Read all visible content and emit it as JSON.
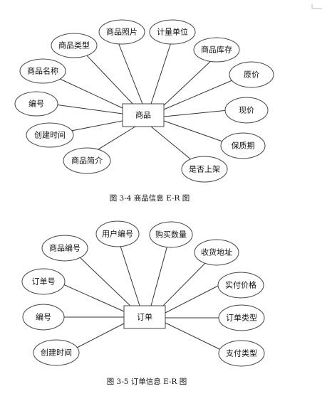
{
  "diagrams": [
    {
      "entity": "商品",
      "attributes": [
        "商品照片",
        "计量单位",
        "商品类型",
        "商品库存",
        "商品名称",
        "原价",
        "编号",
        "现价",
        "创建时间",
        "保质期",
        "商品简介",
        "是否上架"
      ],
      "caption": "图 3-4 商品信息 E-R 图"
    },
    {
      "entity": "订单",
      "attributes": [
        "用户编号",
        "购买数量",
        "商品编号",
        "收货地址",
        "订单号",
        "实付价格",
        "编号",
        "订单类型",
        "创建时间",
        "支付类型"
      ],
      "caption": "图 3-5 订单信息 E-R 图"
    }
  ]
}
